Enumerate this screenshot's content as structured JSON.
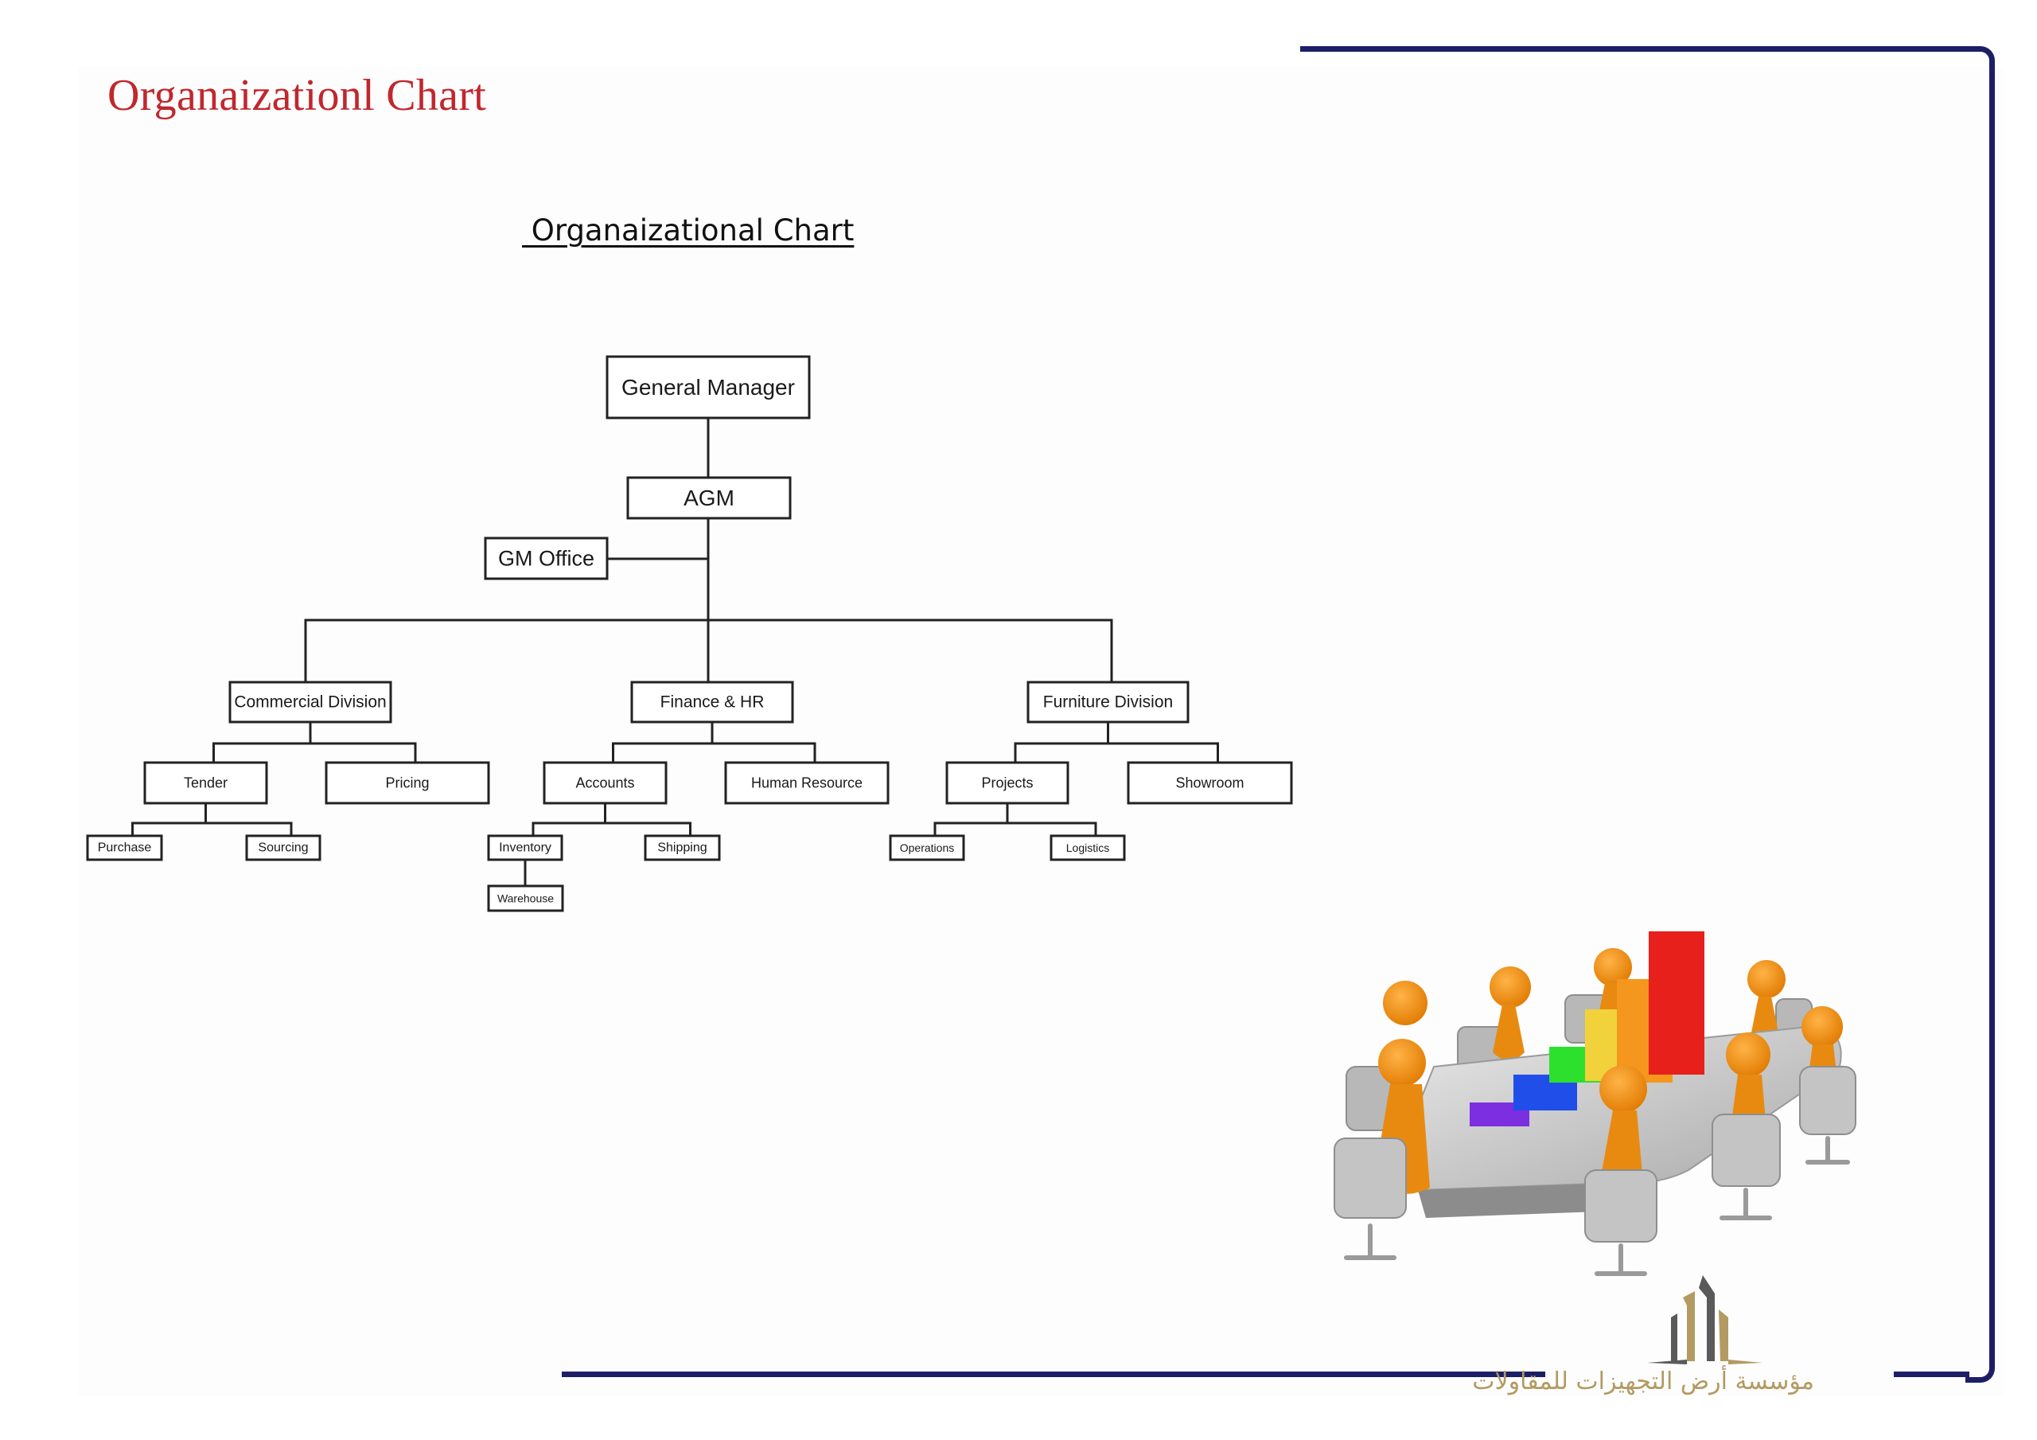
{
  "page": {
    "main_title": "Organaizationl Chart",
    "chart_title": " Organaizational Chart"
  },
  "colors": {
    "title_red": "#c1272d",
    "frame_blue": "#1c1f66",
    "box_stroke": "#222222",
    "logo_gold": "#b39a62",
    "logo_gray": "#5a5a5a"
  },
  "org_chart": {
    "nodes": [
      {
        "id": "gm",
        "label": "General Manager",
        "level": 0
      },
      {
        "id": "agm",
        "label": "AGM",
        "level": 1,
        "parent": "gm"
      },
      {
        "id": "gm_office",
        "label": "GM Office",
        "level": 1,
        "parent": "agm",
        "type": "staff"
      },
      {
        "id": "commercial",
        "label": "Commercial Division",
        "level": 2,
        "parent": "agm"
      },
      {
        "id": "finance_hr",
        "label": "Finance & HR",
        "level": 2,
        "parent": "agm"
      },
      {
        "id": "furniture",
        "label": "Furniture Division",
        "level": 2,
        "parent": "agm"
      },
      {
        "id": "tender",
        "label": "Tender",
        "level": 3,
        "parent": "commercial"
      },
      {
        "id": "pricing",
        "label": "Pricing",
        "level": 3,
        "parent": "commercial"
      },
      {
        "id": "accounts",
        "label": "Accounts",
        "level": 3,
        "parent": "finance_hr"
      },
      {
        "id": "human_resource",
        "label": "Human Resource",
        "level": 3,
        "parent": "finance_hr"
      },
      {
        "id": "projects",
        "label": "Projects",
        "level": 3,
        "parent": "furniture"
      },
      {
        "id": "showroom",
        "label": "Showroom",
        "level": 3,
        "parent": "furniture"
      },
      {
        "id": "purchase",
        "label": "Purchase",
        "level": 4,
        "parent": "tender"
      },
      {
        "id": "sourcing",
        "label": "Sourcing",
        "level": 4,
        "parent": "tender"
      },
      {
        "id": "inventory",
        "label": "Inventory",
        "level": 4,
        "parent": "accounts"
      },
      {
        "id": "shipping",
        "label": "Shipping",
        "level": 4,
        "parent": "accounts"
      },
      {
        "id": "warehouse",
        "label": "Warehouse",
        "level": 5,
        "parent": "inventory"
      },
      {
        "id": "operations",
        "label": "Operations",
        "level": 4,
        "parent": "projects"
      },
      {
        "id": "logistics",
        "label": "Logistics",
        "level": 4,
        "parent": "projects"
      }
    ]
  },
  "illustration": {
    "description": "meeting-table-people-bar-chart",
    "bar_colors": [
      "#7b2fe0",
      "#1f4fe8",
      "#2ee02e",
      "#f2d23a",
      "#f5961e",
      "#e8201c"
    ]
  },
  "logo": {
    "text": "مؤسسة أرض التجهيزات للمقاولات"
  }
}
